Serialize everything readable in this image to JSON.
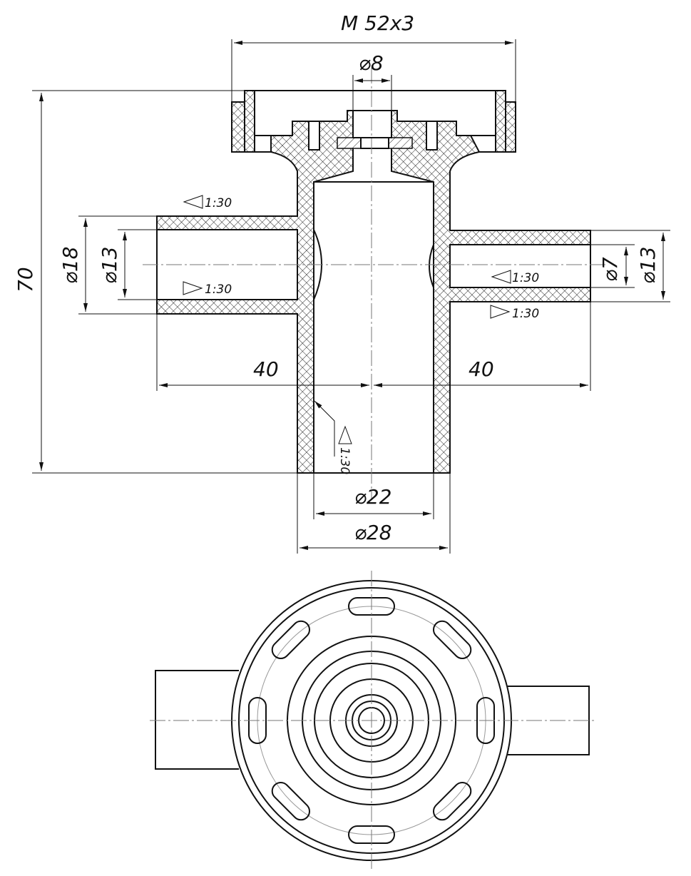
{
  "drawing": {
    "thread_label": "M 52x3",
    "dims": {
      "d8": "⌀8",
      "h70": "70",
      "d18": "⌀18",
      "d13_left": "⌀13",
      "d7": "⌀7",
      "d13_right": "⌀13",
      "len_left": "40",
      "len_right": "40",
      "d22": "⌀22",
      "d28": "⌀28"
    },
    "tapers": {
      "left_top": "1:30",
      "left_bottom": "1:30",
      "right_inner": "1:30",
      "right_outer": "1:30",
      "body": "1:30"
    },
    "colors": {
      "line": "#111111",
      "axis": "#777777"
    }
  }
}
